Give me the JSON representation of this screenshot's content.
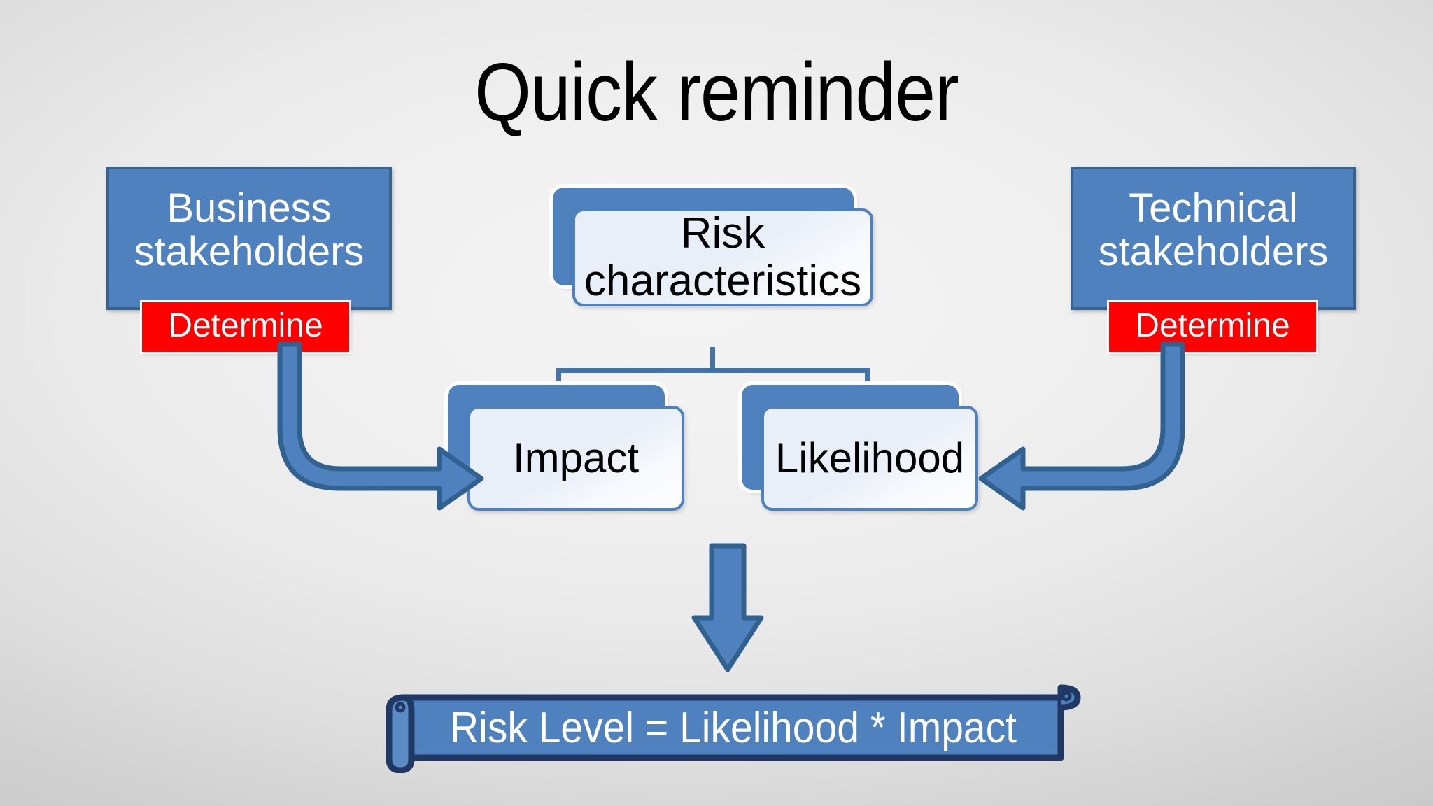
{
  "slide": {
    "title": "Quick reminder",
    "background_color": "#e9e9e9",
    "accent_color": "#4e81bd",
    "accent_dark_color": "#37618e",
    "alert_color": "#fe0000",
    "banner_border_color": "#1f3864"
  },
  "stakeholders": {
    "left": {
      "label": "Business\nstakeholders",
      "line1": "Business",
      "line2": "stakeholders",
      "action_label": "Determine"
    },
    "right": {
      "label": "Technical\nstakeholders",
      "line1": "Technical",
      "line2": "stakeholders",
      "action_label": "Determine"
    }
  },
  "hierarchy": {
    "root": {
      "line1": "Risk",
      "line2": "characteristics"
    },
    "children": [
      {
        "label": "Impact"
      },
      {
        "label": "Likelihood"
      }
    ]
  },
  "banner": {
    "formula": "Risk Level = Likelihood * Impact"
  },
  "icons": {
    "arrow_left_elbow": "elbow-arrow-right-icon",
    "arrow_right_elbow": "elbow-arrow-left-icon",
    "arrow_down": "arrow-down-icon"
  }
}
